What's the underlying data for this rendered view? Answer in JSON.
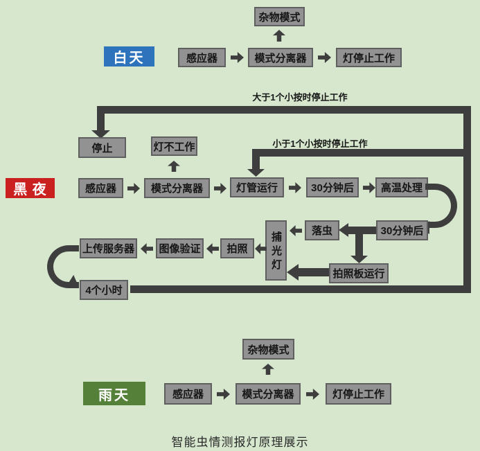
{
  "caption": "智能虫情测报灯原理展示",
  "colors": {
    "background": "#d6e7ce",
    "box_fill": "#929292",
    "box_border": "#5f5f5f",
    "connector": "#3e3e3e",
    "day_tag": "#2d74bd",
    "night_tag": "#cb2020",
    "rain_tag": "#55803a",
    "tag_text": "#ffffff"
  },
  "day": {
    "label": "白天",
    "misc_mode": "杂物模式",
    "sensor": "感应器",
    "mode_separator": "模式分离器",
    "lamp_stop": "灯停止工作"
  },
  "night": {
    "label": "黑 夜",
    "gt_label": "大于1个小按时停止工作",
    "lt_label": "小于1个小按时停止工作",
    "stop": "停止",
    "lamp_off": "灯不工作",
    "sensor": "感应器",
    "mode_separator": "模式分离器",
    "lamp_run": "灯管运行",
    "after_30min": "30分钟后",
    "high_temp": "高温处理",
    "after_30min_2": "30分钟后",
    "insect_drop": "落虫",
    "light_trap": "捕光灯",
    "photo_board": "拍照板运行",
    "photo": "拍照",
    "image_verify": "图像验证",
    "upload": "上传服务器",
    "four_hours": "4个小时"
  },
  "rain": {
    "label": "雨天",
    "misc_mode": "杂物模式",
    "sensor": "感应器",
    "mode_separator": "模式分离器",
    "lamp_stop": "灯停止工作"
  }
}
